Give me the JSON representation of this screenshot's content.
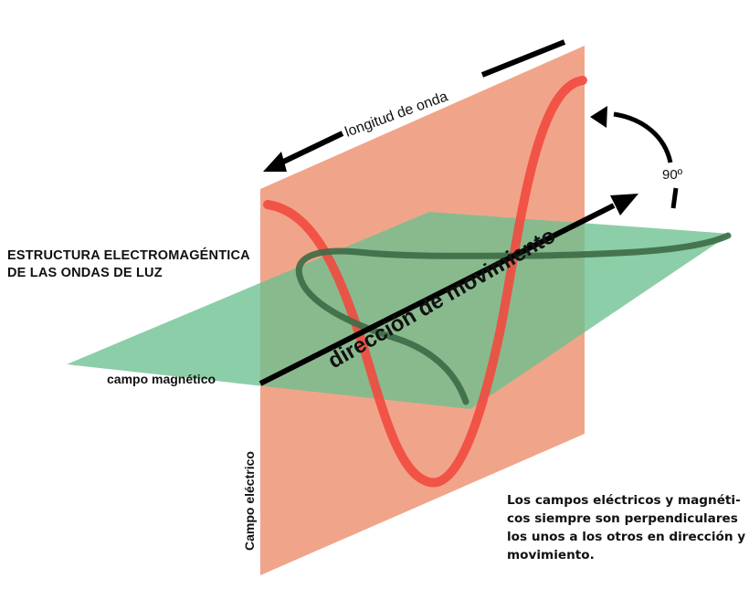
{
  "title": {
    "line1": "ESTRUCTURA ELECTROMAGÉNTICA",
    "line2": "DE LAS ONDAS DE LUZ"
  },
  "labels": {
    "wavelength": "longitud de onda",
    "angle": "90º",
    "direction": "dirección de movimiento",
    "magnetic_field": "campo magnético",
    "electric_field": "Campo eléctrico"
  },
  "note": {
    "lines": [
      "Los campos eléctricos y magnéti-",
      "cos siempre son perpendiculares",
      "los unos a los otros en dirección y",
      "movimiento."
    ]
  },
  "colors": {
    "electric_plane": "#f0a58a",
    "electric_wave": "#f24a3f",
    "magnetic_plane": "#6cc08f",
    "magnetic_wave": "#3c6b45",
    "arrows": "#000000"
  }
}
